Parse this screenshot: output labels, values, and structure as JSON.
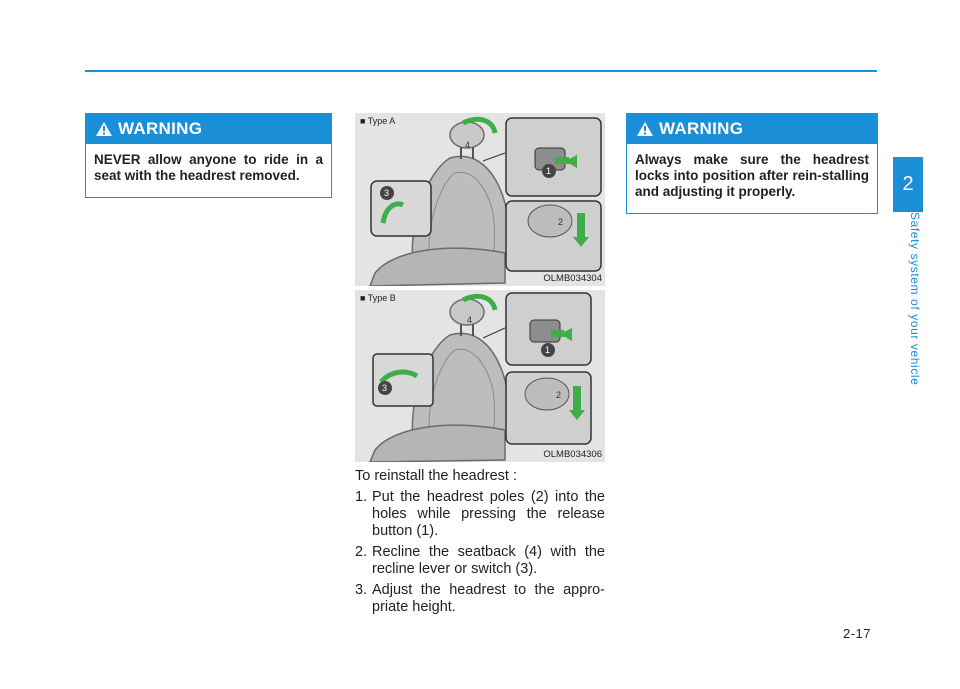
{
  "chapter": {
    "number": "2",
    "title": "Safety system of your vehicle"
  },
  "page_number": "2-17",
  "warning_left": {
    "title": "WARNING",
    "text": "NEVER allow anyone to ride in a seat with the headrest removed."
  },
  "warning_right": {
    "title": "WARNING",
    "text": "Always make sure the headrest locks into position after rein-stalling and adjusting it properly."
  },
  "figure_a": {
    "label": "■ Type A",
    "code": "OLMB034304",
    "callouts": [
      "1",
      "2",
      "3",
      "4"
    ]
  },
  "figure_b": {
    "label": "■ Type B",
    "code": "OLMB034306",
    "callouts": [
      "1",
      "2",
      "3",
      "4"
    ]
  },
  "instructions": {
    "intro": "To reinstall the headrest :",
    "steps": [
      {
        "num": "1.",
        "text": "Put the headrest poles (2) into the holes while pressing the release button (1)."
      },
      {
        "num": "2.",
        "text": "Recline the seatback (4) with the recline lever or switch (3)."
      },
      {
        "num": "3.",
        "text": "Adjust the headrest to the appro-priate height."
      }
    ]
  },
  "colors": {
    "accent": "#1a8fd8",
    "arrow_green": "#3fae49",
    "text": "#231f20"
  }
}
